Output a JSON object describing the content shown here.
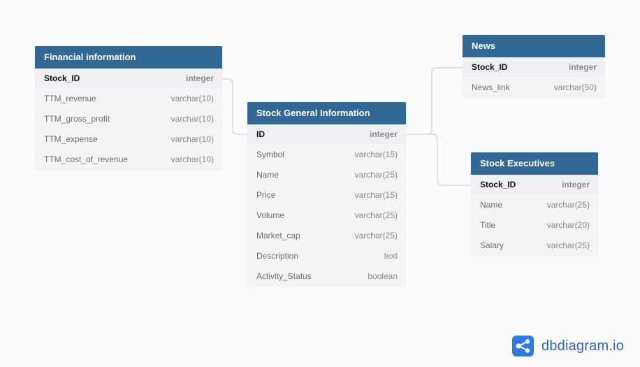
{
  "tables": {
    "financial": {
      "title": "Financial information",
      "fields": [
        {
          "name": "Stock_ID",
          "type": "integer"
        },
        {
          "name": "TTM_revenue",
          "type": "varchar(10)"
        },
        {
          "name": "TTM_gross_profit",
          "type": "varchar(10)"
        },
        {
          "name": "TTM_expense",
          "type": "varchar(10)"
        },
        {
          "name": "TTM_cost_of_revenue",
          "type": "varchar(10)"
        }
      ]
    },
    "general": {
      "title": "Stock General Information",
      "fields": [
        {
          "name": "ID",
          "type": "integer"
        },
        {
          "name": "Symbol",
          "type": "varchar(15)"
        },
        {
          "name": "Name",
          "type": "varchar(25)"
        },
        {
          "name": "Price",
          "type": "varchar(15)"
        },
        {
          "name": "Volume",
          "type": "varchar(25)"
        },
        {
          "name": "Market_cap",
          "type": "varchar(25)"
        },
        {
          "name": "Description",
          "type": "text"
        },
        {
          "name": "Activity_Status",
          "type": "boolean"
        }
      ]
    },
    "news": {
      "title": "News",
      "fields": [
        {
          "name": "Stock_ID",
          "type": "integer"
        },
        {
          "name": "News_link",
          "type": "varchar(50)"
        }
      ]
    },
    "executives": {
      "title": "Stock Executives",
      "fields": [
        {
          "name": "Stock_ID",
          "type": "integer"
        },
        {
          "name": "Name",
          "type": "varchar(25)"
        },
        {
          "name": "Title",
          "type": "varchar(20)"
        },
        {
          "name": "Salary",
          "type": "varchar(25)"
        }
      ]
    }
  },
  "logo": {
    "text": "dbdiagram.io",
    "icon": "share-nodes-icon"
  },
  "colors": {
    "header": "#316896",
    "table_bg": "#f4f4f5",
    "canvas_bg": "#fbfbfc",
    "connector": "#c8c8cc",
    "brand": "#2f7be6"
  }
}
